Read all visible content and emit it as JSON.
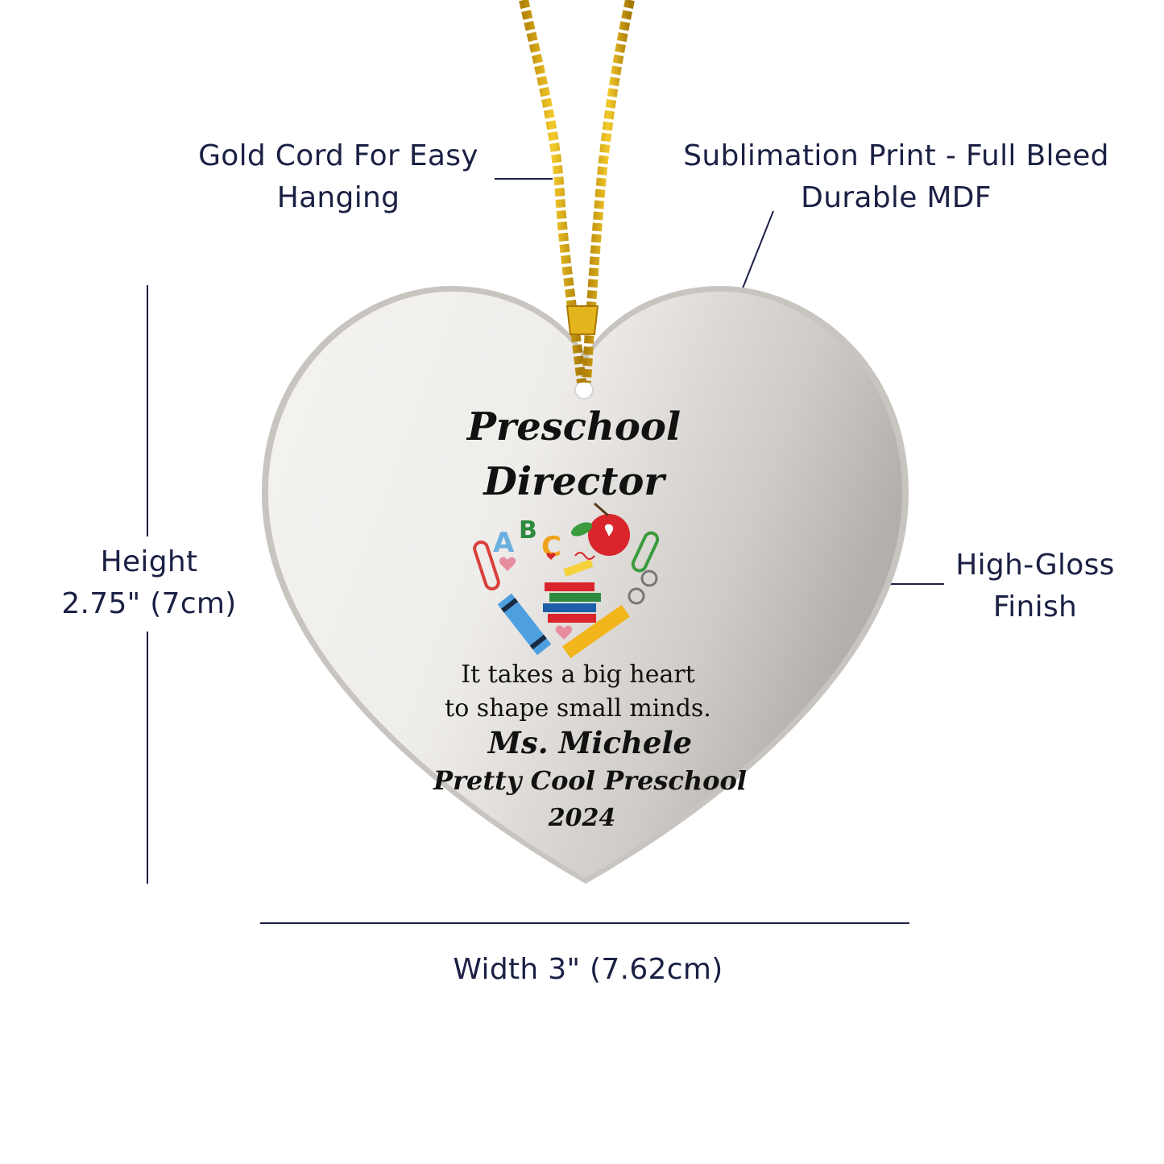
{
  "callouts": {
    "cord": [
      "Gold Cord For Easy",
      "Hanging"
    ],
    "print": [
      "Sublimation Print - Full Bleed",
      "Durable MDF"
    ],
    "height": [
      "Height",
      "2.75\" (7cm)"
    ],
    "gloss": [
      "High-Gloss",
      "Finish"
    ],
    "width": "Width 3\" (7.62cm)"
  },
  "ornament": {
    "title_line1": "Preschool",
    "title_line2": "Director",
    "quote_line1": "It takes a big heart",
    "quote_line2": "to shape small minds.",
    "name": "Ms. Michele",
    "school": "Pretty Cool Preschool",
    "year": "2024",
    "art_letters": [
      "A",
      "B",
      "C"
    ]
  },
  "colors": {
    "label_text": "#1b2044",
    "cord_gold": "#d9a514",
    "ornament_light": "#f4f2ef",
    "ornament_shade": "#b9b5b0"
  }
}
